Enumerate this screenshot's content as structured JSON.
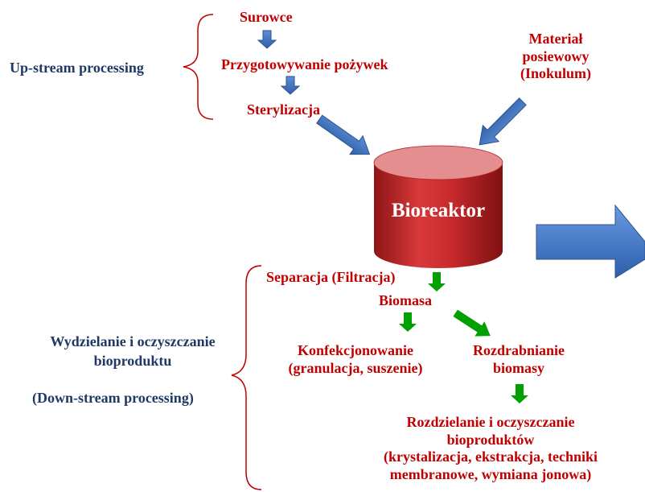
{
  "upstream": {
    "heading": "Up-stream processing",
    "steps": [
      "Surowce",
      "Przygotowywanie pożywek",
      "Sterylizacja"
    ]
  },
  "inoculum": {
    "line1": "Materiał",
    "line2": "posiewowy",
    "line3": "(Inokulum)"
  },
  "bioreactor": {
    "label": "Bioreaktor"
  },
  "downstream": {
    "heading_line1": "Wydzielanie i oczyszczanie",
    "heading_line2": "bioproduktu",
    "heading_line3": "(Down-stream processing)",
    "separation": "Separacja (Filtracja)",
    "biomass": "Biomasa",
    "packaging_line1": "Konfekcjonowanie",
    "packaging_line2": "(granulacja, suszenie)",
    "disintegration_line1": "Rozdrabnianie",
    "disintegration_line2": "biomasy",
    "separation_products_line1": "Rozdzielanie i oczyszczanie",
    "separation_products_line2": "bioproduktów",
    "separation_products_line3": "(krystalizacja, ekstrakcja, techniki",
    "separation_products_line4": "membranowe, wymiana jonowa)"
  },
  "colors": {
    "text_red": "#C00000",
    "text_blue": "#1F3864",
    "arrow_blue": "#4472C4",
    "arrow_green": "#00A000",
    "cylinder_red": "#C0282A"
  }
}
